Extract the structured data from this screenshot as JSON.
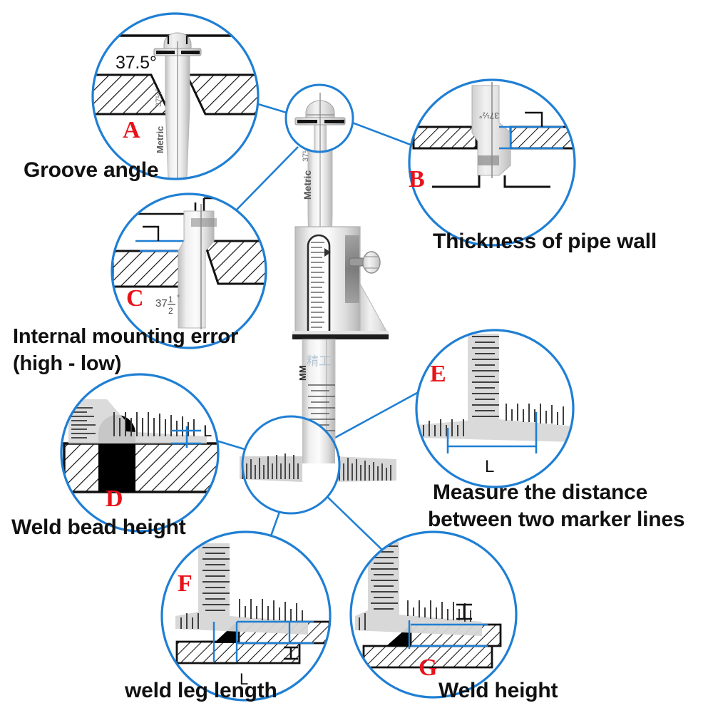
{
  "figure": {
    "title": "Welding gauge measurement callouts",
    "accent_color": "#1f7fd4",
    "letter_color": "#e8121a",
    "ink_color": "#111111",
    "metal_color": "#d9d9d9"
  },
  "tool": {
    "brand_text": "Metric",
    "unit_text": "MM",
    "angle_text_small": "37 1/2°",
    "watermark": "精工"
  },
  "callouts": [
    {
      "id": "A",
      "letter": "A",
      "caption": "Groove angle",
      "annotation": "37.5°",
      "description": "Gauge blade set into a V-groove between two hatched plates measuring the included groove angle."
    },
    {
      "id": "B",
      "letter": "B",
      "caption": "Thickness of pipe wall",
      "annotation": "37 1/2°",
      "description": "Gauge hooked over the end of a pipe wall section measuring wall thickness."
    },
    {
      "id": "C",
      "letter": "C",
      "caption": "Internal mounting error\n(high - low)",
      "annotation": "37 1/2°",
      "description": "Gauge spanning a mismatch step between two plate edges (hi-lo)."
    },
    {
      "id": "D",
      "letter": "D",
      "caption": "Weld bead height",
      "annotation": "L",
      "description": "Gauge scale over a convex weld bead measuring reinforcement height."
    },
    {
      "id": "E",
      "letter": "E",
      "caption": "Measure the distance\nbetween two marker lines",
      "annotation": "L",
      "description": "Gauge foot with two scale edges used to measure distance between marker lines."
    },
    {
      "id": "F",
      "letter": "F",
      "caption": "weld leg length",
      "annotation": "L",
      "annotation2": "I",
      "description": "Gauge set in a fillet weld corner measuring the leg length L."
    },
    {
      "id": "G",
      "letter": "G",
      "caption": "Weld height",
      "annotation": "I",
      "description": "Gauge set against a fillet weld measuring throat / weld height."
    }
  ],
  "captions": {
    "a": "Groove angle",
    "b": "Thickness of pipe wall",
    "c_line1": "Internal mounting error",
    "c_line2": "(high - low)",
    "d": "Weld bead height",
    "e_line1": "Measure the distance",
    "e_line2": "between two marker lines",
    "f": "weld leg length",
    "g": "Weld height"
  },
  "letters": {
    "a": "A",
    "b": "B",
    "c": "C",
    "d": "D",
    "e": "E",
    "f": "F",
    "g": "G"
  },
  "annotations": {
    "angle_a": "37.5°",
    "dim_L": "L",
    "dim_I": "I",
    "unit_mm": "MM",
    "metric": "Metric"
  }
}
